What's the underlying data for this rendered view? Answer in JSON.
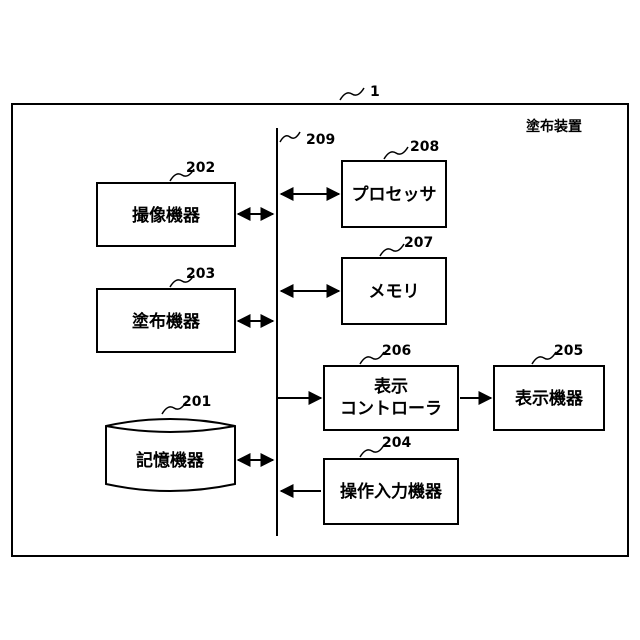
{
  "device": {
    "ref": "1",
    "title": "塗布装置"
  },
  "bus": {
    "ref": "209"
  },
  "components": {
    "imaging": {
      "ref": "202",
      "label": "撮像機器"
    },
    "coating": {
      "ref": "203",
      "label": "塗布機器"
    },
    "storage": {
      "ref": "201",
      "label": "記憶機器"
    },
    "processor": {
      "ref": "208",
      "label": "プロセッサ"
    },
    "memory": {
      "ref": "207",
      "label": "メモリ"
    },
    "display_controller": {
      "ref": "206",
      "label_line1": "表示",
      "label_line2": "コントローラ"
    },
    "display": {
      "ref": "205",
      "label": "表示機器"
    },
    "input": {
      "ref": "204",
      "label": "操作入力機器"
    }
  },
  "colors": {
    "stroke": "#000000",
    "background": "#ffffff"
  }
}
